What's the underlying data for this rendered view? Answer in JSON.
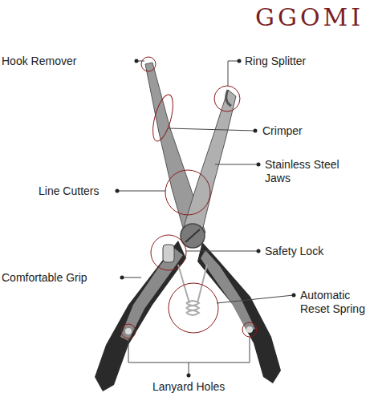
{
  "diagram": {
    "title": "GGOMI",
    "labels": [
      "Hook Remover",
      "Ring Splitter",
      "Crimper",
      "Stainless Steel Jaws",
      "Line Cutters",
      "Safety Lock",
      "Comfortable Grip",
      "Automatic Reset Spring",
      "Lanyard Holes"
    ]
  }
}
